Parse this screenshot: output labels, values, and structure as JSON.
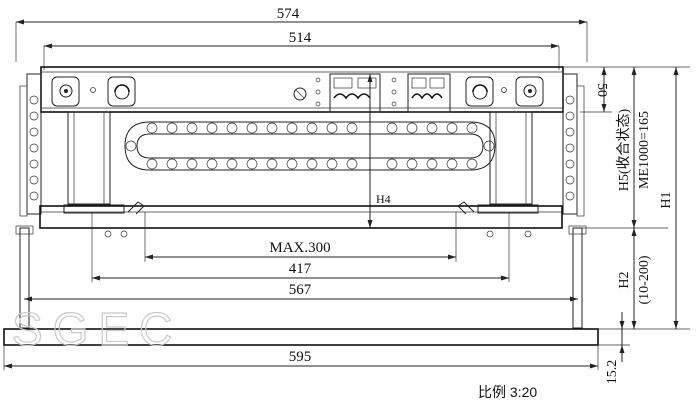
{
  "dimensions": {
    "overall_width": "574",
    "frame_width": "514",
    "max_stroke": "MAX.300",
    "inner_width": "417",
    "outer_width": "567",
    "base_width": "595",
    "top_offset": "50",
    "h4": "H4",
    "h5_label": "H5(收合状态)",
    "h5_value": "ME1000=165",
    "h1": "H1",
    "h2_label": "H2",
    "h2_range": "(10-200)",
    "base_thickness": "15.2"
  },
  "watermark": "SGEC",
  "scale_note": "比例 3:20",
  "colors": {
    "line": "#222222",
    "watermark": "#c9c9c9"
  }
}
